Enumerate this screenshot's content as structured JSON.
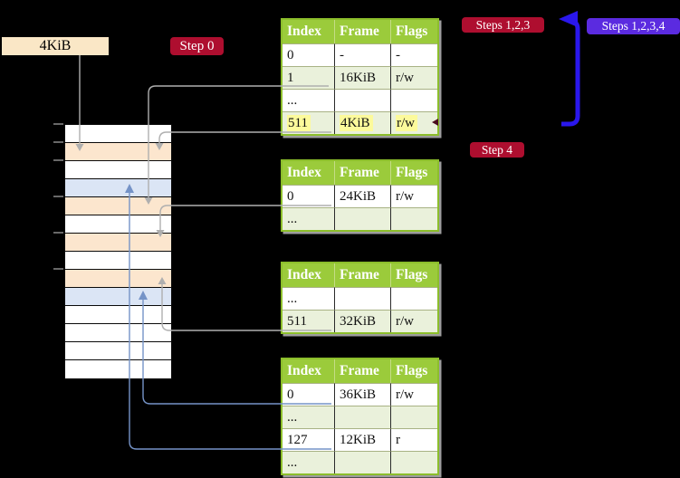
{
  "labels": {
    "page_size": "4KiB",
    "step0": "Step 0",
    "steps123": "Steps 1,2,3",
    "steps1234": "Steps 1,2,3,4",
    "step4": "Step 4"
  },
  "colors": {
    "header_green": "#9BCB3B",
    "border_green": "#8CBE2B",
    "row_green": "#EAF1DB",
    "crimson": "#AE0E2F",
    "violet": "#5B2BE0",
    "arrow_blue": "#2A17EC",
    "line_gray": "#AFAFAF",
    "line_blue": "#7593C7",
    "beige": "#FAE7C6",
    "highlight_yellow": "#FCFA9B",
    "tick_gray": "#8A8A8A",
    "mem_white": "#FFFFFF",
    "mem_peach": "#FCE6CE",
    "mem_blue": "#DBE5F5",
    "pointer_maroon": "#4A0D1E"
  },
  "memory_column": {
    "rows": [
      "white",
      "peach",
      "white",
      "blue",
      "peach",
      "white",
      "peach",
      "white",
      "peach",
      "blue",
      "white",
      "white",
      "white",
      "white"
    ]
  },
  "page_tables": [
    {
      "headers": [
        "Index",
        "Frame",
        "Flags"
      ],
      "rows": [
        {
          "cells": [
            "0",
            "-",
            "-"
          ],
          "shaded": false,
          "highlighted": false
        },
        {
          "cells": [
            "1",
            "16KiB",
            "r/w"
          ],
          "shaded": true,
          "highlighted": false
        },
        {
          "cells": [
            "...",
            "",
            ""
          ],
          "shaded": false,
          "highlighted": false
        },
        {
          "cells": [
            "511",
            "4KiB",
            "r/w"
          ],
          "shaded": true,
          "highlighted": true
        }
      ]
    },
    {
      "headers": [
        "Index",
        "Frame",
        "Flags"
      ],
      "rows": [
        {
          "cells": [
            "0",
            "24KiB",
            "r/w"
          ],
          "shaded": false,
          "highlighted": false
        },
        {
          "cells": [
            "...",
            "",
            ""
          ],
          "shaded": true,
          "highlighted": false
        }
      ]
    },
    {
      "headers": [
        "Index",
        "Frame",
        "Flags"
      ],
      "rows": [
        {
          "cells": [
            "...",
            "",
            ""
          ],
          "shaded": false,
          "highlighted": false
        },
        {
          "cells": [
            "511",
            "32KiB",
            "r/w"
          ],
          "shaded": true,
          "highlighted": false
        }
      ]
    },
    {
      "headers": [
        "Index",
        "Frame",
        "Flags"
      ],
      "rows": [
        {
          "cells": [
            "0",
            "36KiB",
            "r/w"
          ],
          "shaded": false,
          "highlighted": false
        },
        {
          "cells": [
            "...",
            "",
            ""
          ],
          "shaded": true,
          "highlighted": false
        },
        {
          "cells": [
            "127",
            "12KiB",
            "r"
          ],
          "shaded": false,
          "highlighted": false
        },
        {
          "cells": [
            "...",
            "",
            ""
          ],
          "shaded": true,
          "highlighted": false
        }
      ]
    }
  ]
}
